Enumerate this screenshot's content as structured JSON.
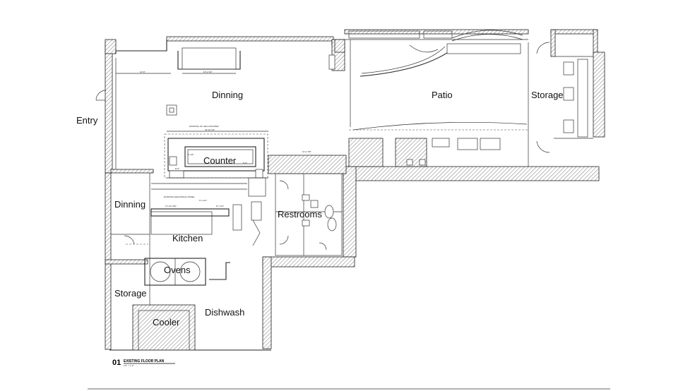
{
  "rooms": {
    "entry": "Entry",
    "dining_main": "Dinning",
    "patio": "Patio",
    "storage_patio": "Storage",
    "counter": "Counter",
    "dining_side": "Dinning",
    "restrooms": "Restrooms",
    "kitchen": "Kitchen",
    "ovens": "Ovens",
    "storage_kitchen": "Storage",
    "dishwash": "Dishwash",
    "cooler": "Cooler"
  },
  "title_block": {
    "number": "01",
    "title": "EXISTING FLOOR PLAN",
    "scale": "1/4\" = 1'-0\""
  },
  "notes": {
    "ada_counter": "EXISTING 34\" ADA COUNTER",
    "electrical_panel": "EXISTING ELECTRICAL PANEL",
    "dim_1": "13'-8\"",
    "dim_2": "18'-2 3/4\"",
    "dim_3": "30'-10 1/2\"",
    "dim_4": "16'-4 7/8\"",
    "dim_5": "5'-1/4\"",
    "dim_6": "17'-10 7/16\"",
    "dim_7": "5'-7 1/4\"",
    "dim_8": "5'-0\"",
    "dim_9": "8'-5\"",
    "dim_10": "9'-1 1/2\""
  }
}
